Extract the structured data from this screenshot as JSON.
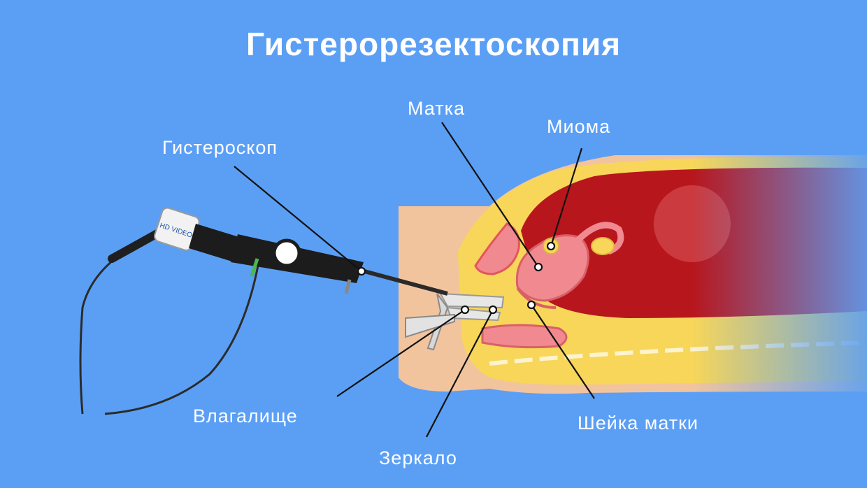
{
  "title": "Гистерорезектоскопия",
  "labels": {
    "uterus": "Матка",
    "myoma": "Миома",
    "hysteroscope": "Гистероскоп",
    "vagina": "Влагалище",
    "speculum": "Зеркало",
    "cervix": "Шейка матки"
  },
  "device_text": "HD VIDEO",
  "colors": {
    "background": "#5b9ff5",
    "skin": "#f2c49e",
    "fat": "#f7d659",
    "abdominal_cavity": "#b8161d",
    "uterus": "#f08a90",
    "device_body": "#1c1c1c",
    "leader_lines": "#111111",
    "text": "#ffffff"
  }
}
